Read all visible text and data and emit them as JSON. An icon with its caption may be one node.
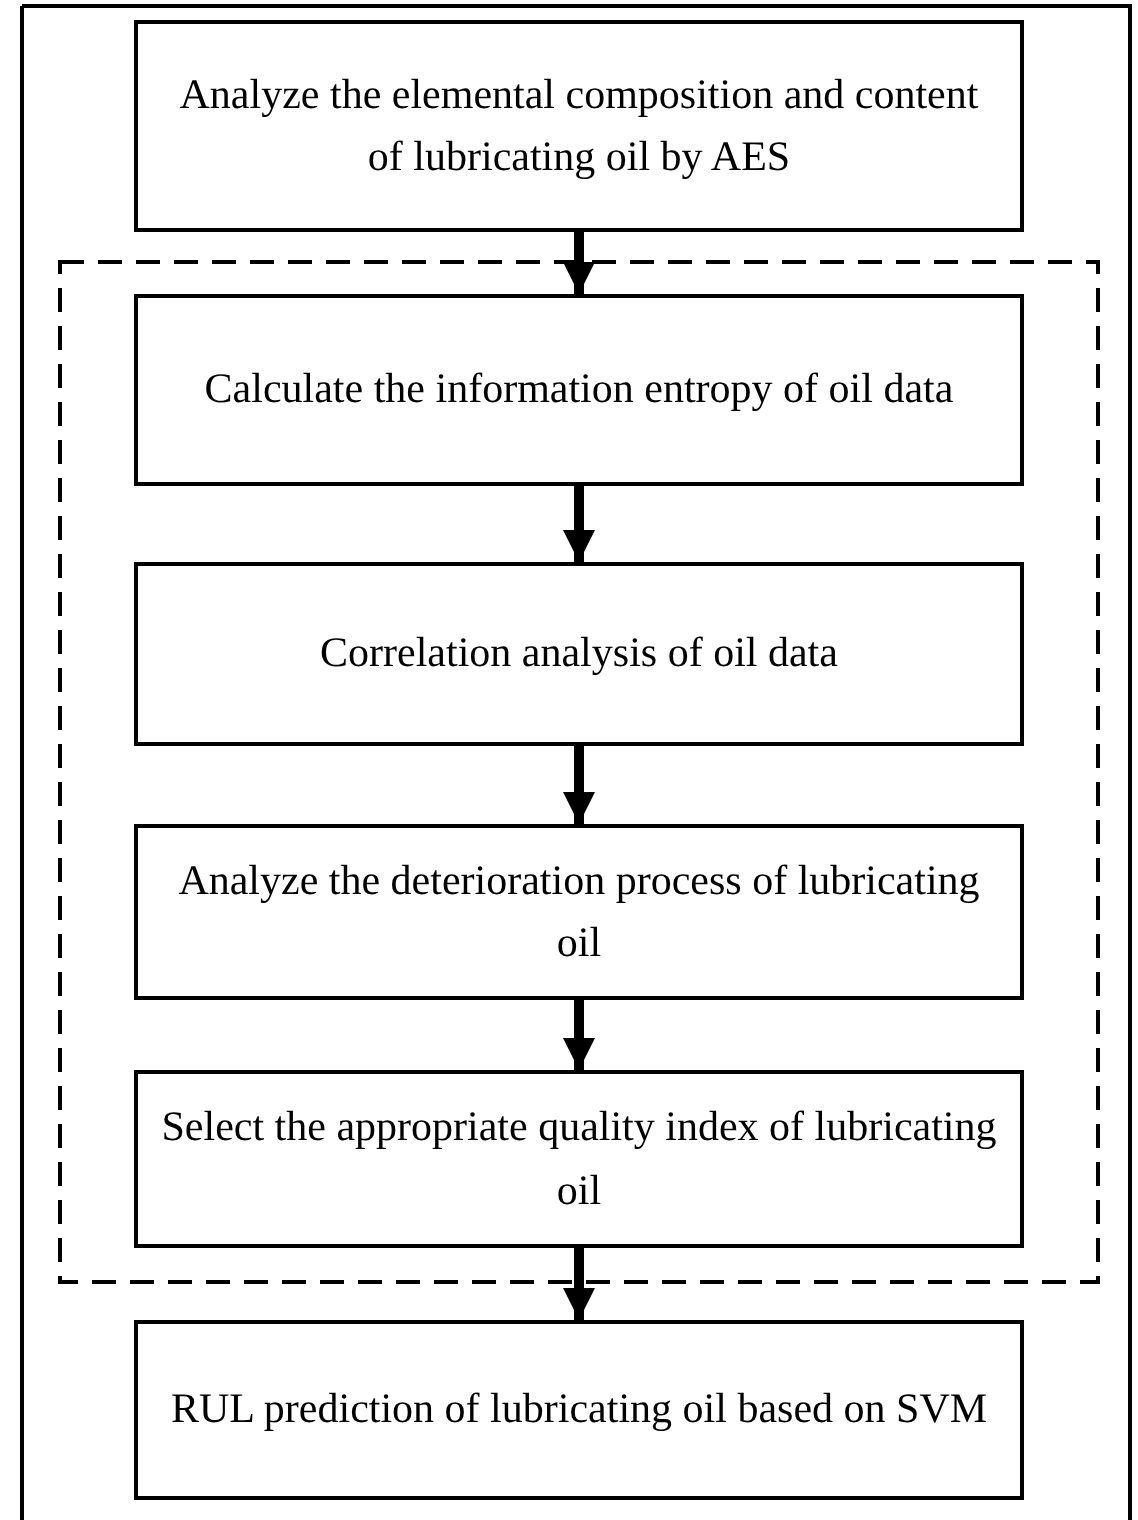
{
  "diagram": {
    "nodes": [
      {
        "text": [
          "Analyze the elemental composition and content of lubricating oil by AES"
        ]
      },
      {
        "text": [
          "Calculate the information entropy of oil data"
        ]
      },
      {
        "text": [
          "Correlation analysis of oil data"
        ]
      },
      {
        "text": [
          "Analyze the deterioration process of lubricating oil"
        ]
      },
      {
        "text": [
          "Select the appropriate quality index of lubricating oil"
        ]
      },
      {
        "text": [
          "RUL prediction of lubricating oil based on SVM"
        ]
      }
    ],
    "edges": [
      {
        "from": 0,
        "to": 1,
        "arrow": "to"
      },
      {
        "from": 1,
        "to": 2,
        "arrow": "to"
      },
      {
        "from": 2,
        "to": 3,
        "arrow": "to"
      },
      {
        "from": 3,
        "to": 4,
        "arrow": "to"
      },
      {
        "from": 4,
        "to": 5,
        "arrow": "to"
      }
    ]
  }
}
